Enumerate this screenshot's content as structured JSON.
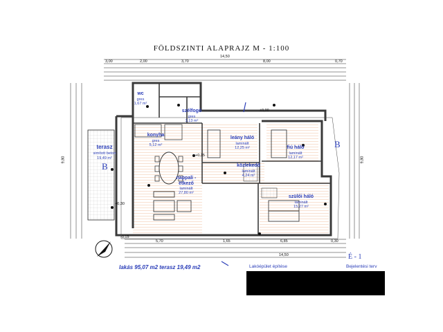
{
  "title": "FÖLDSZINTI ALAPRAJZ    M - 1:100",
  "summary": "lakás  95,07 m2  terasz 19,49 m2",
  "project_label": "Lakóépület építése",
  "plan_type": "Bejelentési terv",
  "section_labels": {
    "left": "B",
    "right": "B",
    "bottom": "É - 1"
  },
  "rooms": {
    "wc": {
      "name": "wc",
      "floor": "gres",
      "area": "1,67 m²"
    },
    "szelfogo": {
      "name": "szélfogó",
      "floor": "gres",
      "area": "3,13 m²"
    },
    "konyha": {
      "name": "konyha",
      "floor": "gres",
      "area": "5,12 m²"
    },
    "leany": {
      "name": "leány háló",
      "floor": "laminált",
      "area": "12,25 m²"
    },
    "fiu": {
      "name": "fiú háló",
      "floor": "laminált",
      "area": "12,17 m²"
    },
    "terasz": {
      "name": "terasz",
      "floor": "simított beton",
      "area": "19,49 m²"
    },
    "kozlekedo": {
      "name": "közlekedő",
      "floor": "laminált",
      "area": "4,24 m²"
    },
    "nappali": {
      "name": "nappali - étkező",
      "floor": "laminált",
      "area": "27,80 m²"
    },
    "szuloi": {
      "name": "szülői háló",
      "floor": "laminált",
      "area": "15,27 m²"
    }
  },
  "dimensions": {
    "top_total": "14,50",
    "top_row": [
      "3,00",
      "2,00",
      "3,70",
      "8,00",
      "0,70"
    ],
    "bottom_total": "14,50",
    "bottom_row": [
      "5,70",
      "1,65",
      "6,85",
      "0,30"
    ],
    "left_total": "9,80",
    "right_total": "9,80",
    "levels": [
      "±0,00",
      "+0,35",
      "+0,30",
      "-0,15"
    ]
  },
  "colors": {
    "wall": "#3a3a3a",
    "label": "#2a3db8",
    "hatch": "#e9a778"
  }
}
